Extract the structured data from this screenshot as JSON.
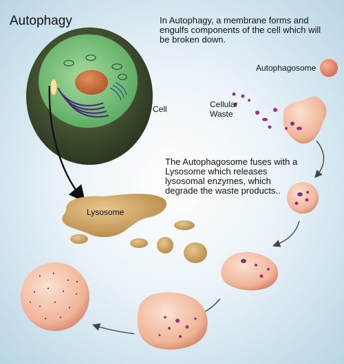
{
  "title": "Autophagy",
  "intro_text": "In Autophagy, a membrane forms and engulfs components of the cell which will be broken down.",
  "labels": {
    "autophagosome": "Autophagosome",
    "cell": "Cell",
    "cellular_waste": "Cellular Waste",
    "lysosome": "Lysosome"
  },
  "fusion_text": "The Autophagosome fuses with a Lysosome which releases lysosomal enzymes, which degrade the waste products..",
  "colors": {
    "background": "#cfe3ee",
    "cell_wall": "#3d4a2c",
    "cytoplasm": "#74c27a",
    "nucleus": "#c8703a",
    "lysosome": "#c9a260",
    "vesicle": "#e9a98f",
    "waste": "#a02f8c",
    "arrow": "#111111"
  }
}
